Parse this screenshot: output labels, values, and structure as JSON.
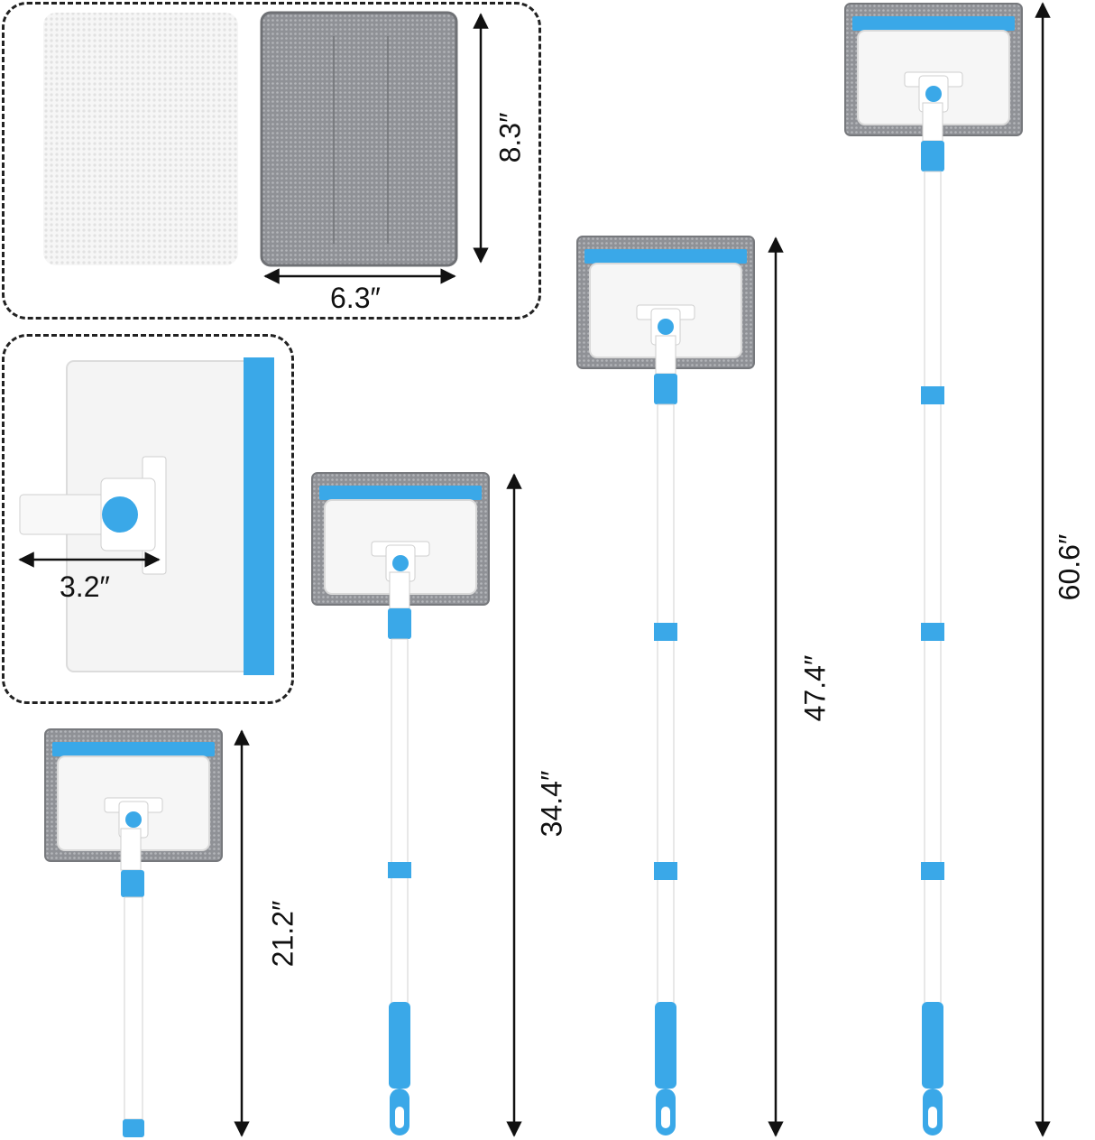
{
  "dimensions": {
    "pad_height": "8.3″",
    "pad_width": "6.3″",
    "clip_width": "3.2″",
    "length_1": "21.2″",
    "length_2": "34.4″",
    "length_3": "47.4″",
    "length_4": "60.6″"
  },
  "colors": {
    "accent_blue": "#3aa8e8",
    "pad_gray": "#8a8c90",
    "pad_white": "#f3f3f3",
    "frame_white": "#f6f6f6",
    "line": "#111111"
  }
}
